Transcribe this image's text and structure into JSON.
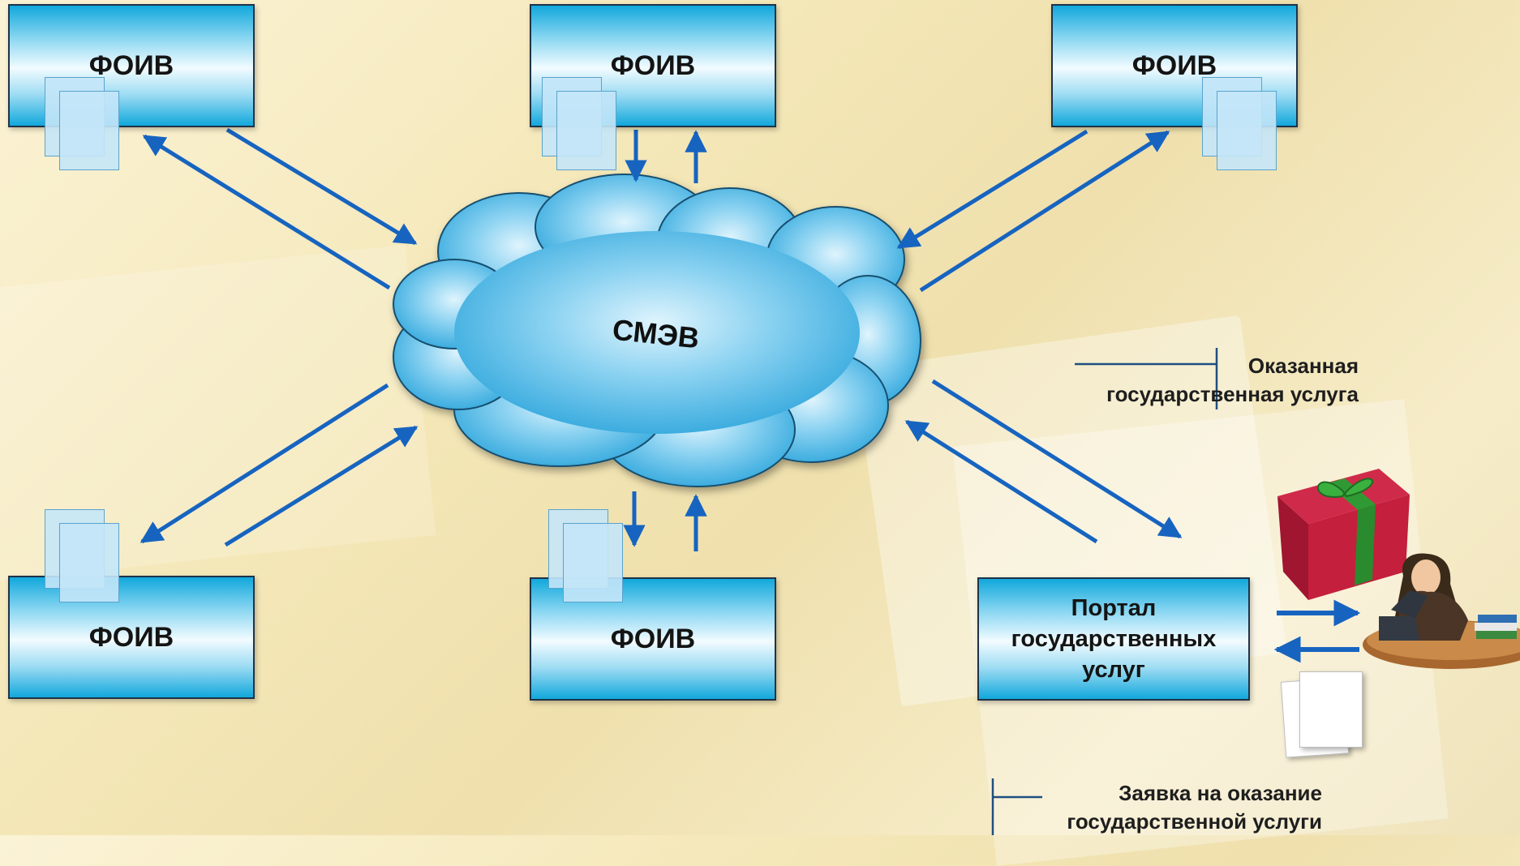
{
  "cloud": {
    "label": "СМЭВ"
  },
  "nodes": {
    "foiv_top_left": "ФОИВ",
    "foiv_top_center": "ФОИВ",
    "foiv_top_right": "ФОИВ",
    "foiv_bottom_left": "ФОИВ",
    "foiv_bottom_center": "ФОИВ",
    "portal": [
      "Портал",
      "государственных",
      "услуг"
    ]
  },
  "annotations": {
    "service_rendered": [
      "Оказанная",
      "государственная услуга"
    ],
    "service_request": [
      "Заявка на оказание",
      "государственной услуги"
    ]
  },
  "colors": {
    "arrow": "#1764c0",
    "cloud": "#4ab8e6",
    "node_border": "#1f3348"
  }
}
